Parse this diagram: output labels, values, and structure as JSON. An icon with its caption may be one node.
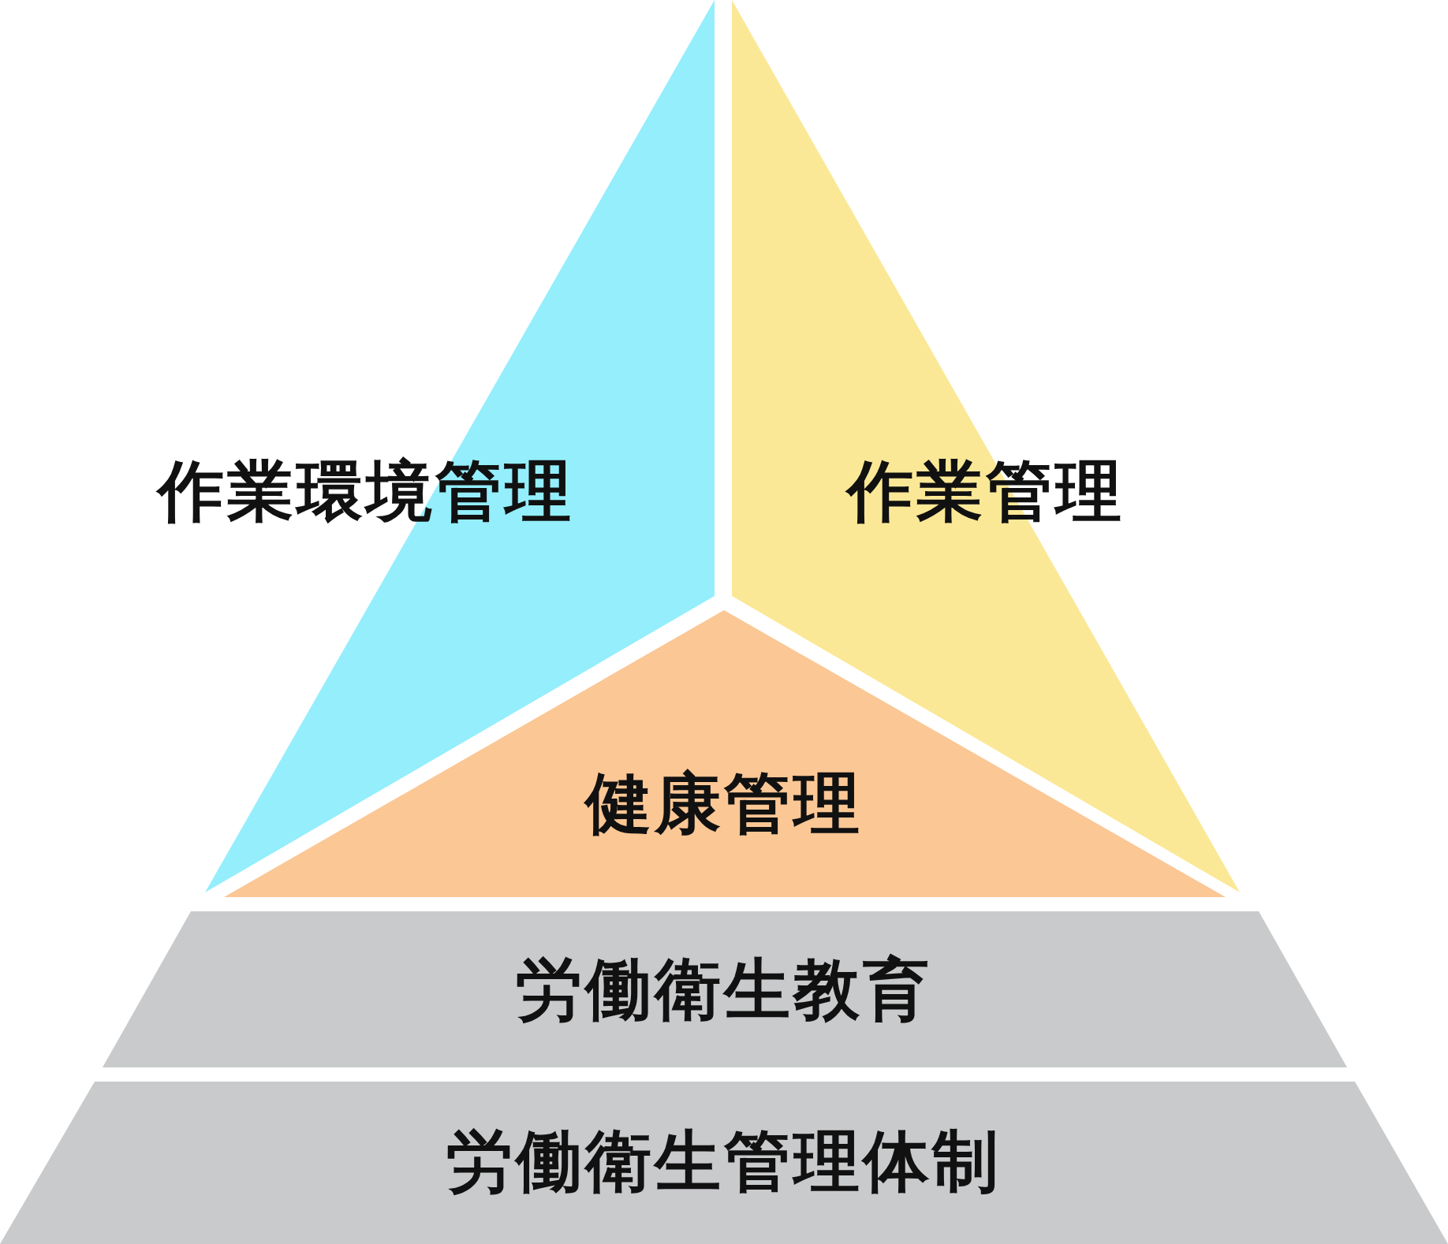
{
  "diagram": {
    "nodes": [
      {
        "text": [
          "作業環境管理"
        ]
      },
      {
        "text": [
          "作業管理"
        ]
      },
      {
        "text": [
          "健康管理"
        ]
      },
      {
        "text": [
          "労働衛生教育"
        ]
      },
      {
        "text": [
          "労働衛生管理体制"
        ]
      }
    ]
  }
}
